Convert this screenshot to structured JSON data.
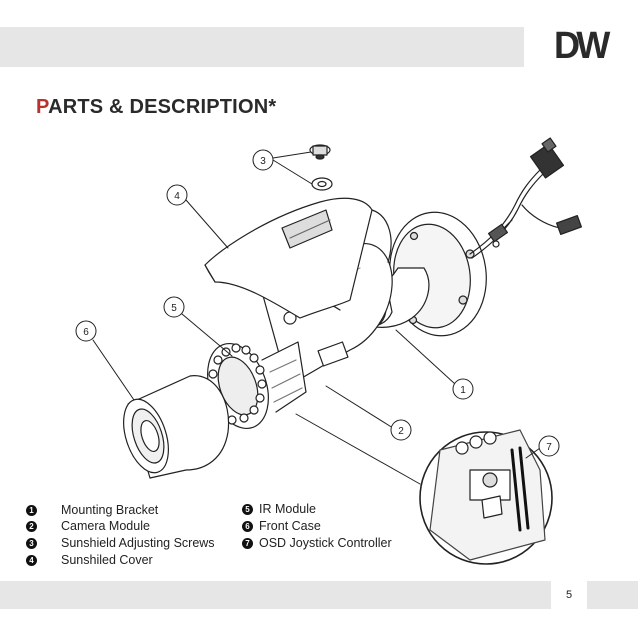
{
  "header": {
    "logo": "DW"
  },
  "title": {
    "first_letter": "P",
    "rest": "ARTS & DESCRIPTION*"
  },
  "callouts": [
    "1",
    "2",
    "3",
    "4",
    "5",
    "6",
    "7"
  ],
  "legend": [
    {
      "num": "1",
      "label": "Mounting Bracket"
    },
    {
      "num": "2",
      "label": "Camera Module"
    },
    {
      "num": "3",
      "label": "Sunshield Adjusting Screws"
    },
    {
      "num": "4",
      "label": "Sunshiled Cover"
    },
    {
      "num": "5",
      "label": "IR Module"
    },
    {
      "num": "6",
      "label": "Front Case"
    },
    {
      "num": "7",
      "label": "OSD Joystick Controller"
    }
  ],
  "footer": {
    "page_number": "5"
  },
  "colors": {
    "band": "#e6e6e6",
    "title_accent": "#b7342c"
  }
}
